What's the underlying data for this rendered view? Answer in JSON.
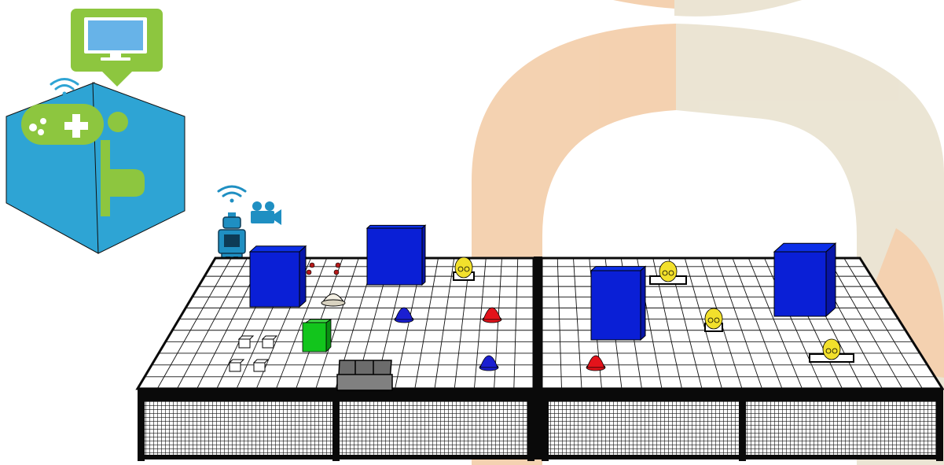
{
  "scene": {
    "watermark": {
      "color_a": "#f3cda8",
      "color_b": "#e9e2cf"
    },
    "operator_station": {
      "panel_color": "#2ea4d4",
      "icon_color": "#8dc63f",
      "icons": [
        "monitor-icon",
        "wifi-icon",
        "gamepad-icon",
        "person-icon"
      ]
    },
    "robot": {
      "color": "#1f8fc2",
      "icons": [
        "robot-icon",
        "wifi-icon",
        "video-camera-icon"
      ]
    },
    "tables": [
      {
        "name": "left-arena",
        "objects": [
          "blue-box-large",
          "blue-box-tall",
          "green-cube",
          "grey-tray",
          "white-bell",
          "red-markers",
          "white-blocks",
          "blue-cone",
          "blue-cone",
          "red-cone",
          "yellow-victim"
        ]
      },
      {
        "name": "right-arena",
        "objects": [
          "blue-box-left",
          "blue-box-right",
          "red-cone",
          "yellow-victim",
          "yellow-victim",
          "yellow-victim"
        ]
      }
    ],
    "colors": {
      "box_blue": "#0a1fd6",
      "cone_blue": "#1b1fd1",
      "cone_red": "#e3131b",
      "cube_green": "#12c51c",
      "tray_grey": "#808080",
      "victim_yellow": "#f2e02c",
      "frame_black": "#0a0a0a"
    }
  }
}
